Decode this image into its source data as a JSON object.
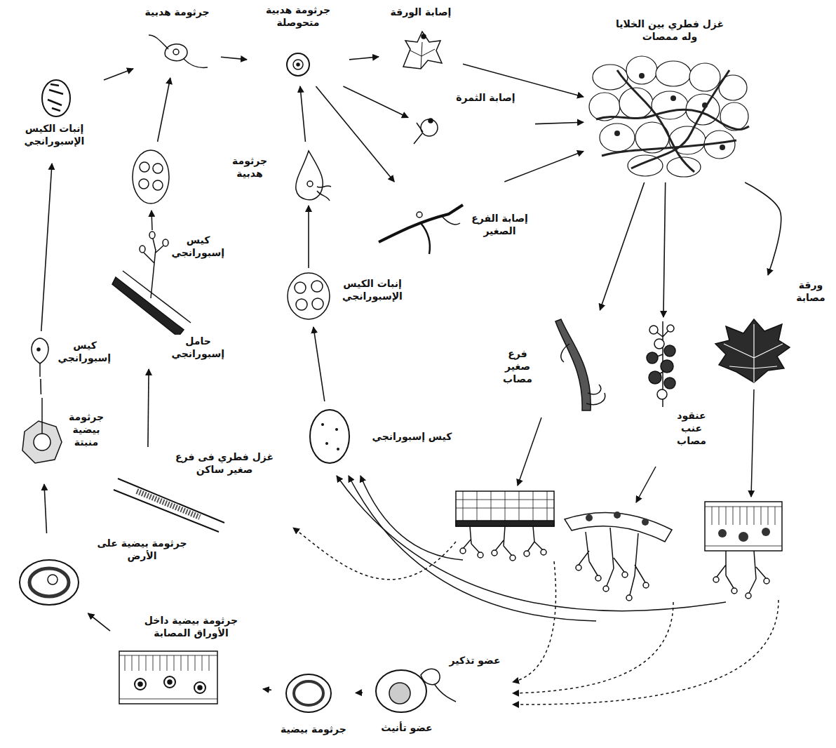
{
  "diagram": {
    "nodes": [
      {
        "text": [
          "جرثومة هدبية"
        ]
      },
      {
        "text": [
          "جرثومة هدبية متحوصلة"
        ]
      },
      {
        "text": [
          "إصابة الورقة"
        ]
      },
      {
        "text": [
          "غزل فطري بين الخلايا وله ممصات"
        ]
      },
      {
        "text": [
          "إصابة الثمرة"
        ]
      },
      {
        "text": [
          "إصابة الفرع الصغير"
        ]
      },
      {
        "text": [
          "ورقة مصابة"
        ]
      },
      {
        "text": [
          "عنقود عنب مصاب"
        ]
      },
      {
        "text": [
          "فرع صغير مصاب"
        ]
      },
      {
        "text": [
          "كيس إسبورانجي"
        ]
      },
      {
        "text": [
          "إنبات الكيس الإسبورانجي"
        ]
      },
      {
        "text": [
          "جرثومة هدبية"
        ]
      },
      {
        "text": [
          "غزل فطري فى فرع صغير ساكن"
        ]
      },
      {
        "text": [
          "كيس إسبورانجي",
          "حامل إسبورانجي"
        ]
      },
      {
        "text": [
          "إنبات الكيس الإسبورانجي"
        ]
      },
      {
        "text": [
          "كيس إسبورانجي"
        ]
      },
      {
        "text": [
          "جرثومة بيضية منبتة"
        ]
      },
      {
        "text": [
          "جرثومة بيضية على الأرض"
        ]
      },
      {
        "text": [
          "جرثومة بيضية داخل الأوراق المصابة"
        ]
      },
      {
        "text": [
          "جرثومة بيضية"
        ]
      },
      {
        "text": [
          "عضو تذكير",
          "عضو تأنيث"
        ]
      }
    ],
    "edges": [
      {
        "from": 14,
        "to": 0,
        "arrow": "to"
      },
      {
        "from": 0,
        "to": 1,
        "arrow": "to"
      },
      {
        "from": 1,
        "to": 2,
        "arrow": "to"
      },
      {
        "from": 1,
        "to": 4,
        "arrow": "to"
      },
      {
        "from": 1,
        "to": 5,
        "arrow": "to"
      },
      {
        "from": 2,
        "to": 3,
        "arrow": "to"
      },
      {
        "from": 4,
        "to": 3,
        "arrow": "to"
      },
      {
        "from": 5,
        "to": 3,
        "arrow": "to"
      },
      {
        "from": 3,
        "to": 6,
        "arrow": "to"
      },
      {
        "from": 3,
        "to": 7,
        "arrow": "to"
      },
      {
        "from": 3,
        "to": 8,
        "arrow": "to"
      },
      {
        "from": 9,
        "to": 10,
        "arrow": "to"
      },
      {
        "from": 10,
        "to": 11,
        "arrow": "to"
      },
      {
        "from": 11,
        "to": 1,
        "arrow": "to"
      },
      {
        "from": 12,
        "to": 13,
        "arrow": "to"
      },
      {
        "from": 13,
        "to": 0,
        "arrow": "to"
      },
      {
        "from": 17,
        "to": 16,
        "arrow": "to"
      },
      {
        "from": 16,
        "to": 15,
        "arrow": "none"
      },
      {
        "from": 15,
        "to": 14,
        "arrow": "to"
      },
      {
        "from": 20,
        "to": 19,
        "arrow": "to"
      },
      {
        "from": 19,
        "to": 18,
        "arrow": "to"
      },
      {
        "from": 18,
        "to": 17,
        "arrow": "to"
      }
    ]
  }
}
